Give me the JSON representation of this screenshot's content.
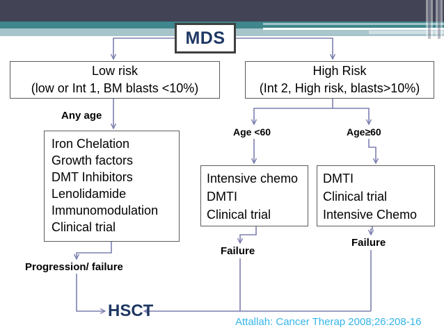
{
  "slide": {
    "title_box": {
      "label": "MDS"
    },
    "citation": "Attallah: Cancer Therap 2008;26:208-16",
    "terminal": {
      "label": "HSCT"
    }
  },
  "branches": {
    "low": {
      "box": {
        "line1": "Low risk",
        "line2": "(low or Int 1, BM blasts <10%)"
      },
      "edge_label": "Any age",
      "treatment_box": {
        "items": [
          "Iron Chelation",
          "Growth factors",
          "DMT Inhibitors",
          "Lenolidamide",
          "Immunomodulation",
          "Clinical trial"
        ]
      },
      "outcome_label": "Progression/ failure"
    },
    "high": {
      "box": {
        "line1": "High Risk",
        "line2": "(Int 2, High risk, blasts>10%)"
      },
      "younger": {
        "edge_label": "Age <60",
        "treatment_box": {
          "items": [
            "Intensive chemo",
            "DMTI",
            "Clinical trial"
          ]
        },
        "outcome_label": "Failure"
      },
      "older": {
        "edge_label": "Age≥60",
        "treatment_box": {
          "items": [
            "DMTI",
            "Clinical trial",
            "Intensive Chemo"
          ]
        },
        "outcome_label": "Failure"
      }
    }
  },
  "colors": {
    "title_text": "#1f3864",
    "connector": "#7b7fae",
    "box_border": "#5a5a5a",
    "citation": "#33b5e8",
    "header_dark": "#434356",
    "header_teal": "#3f878c",
    "header_pale": "#a8c4cb"
  }
}
